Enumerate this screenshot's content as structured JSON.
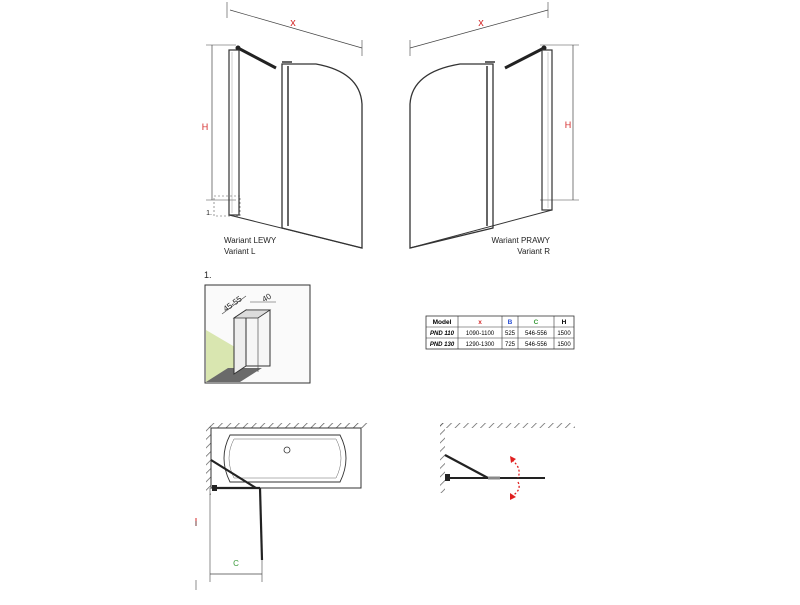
{
  "left_view": {
    "dim_width": "x",
    "dim_height": "H",
    "callout": "1.",
    "caption_line1": "Wariant LEWY",
    "caption_line2": "Variant L"
  },
  "right_view": {
    "dim_width": "x",
    "dim_height": "H",
    "caption_line1": "Wariant PRAWY",
    "caption_line2": "Variant R"
  },
  "detail": {
    "label": "1.",
    "dim_a": "45-55",
    "dim_b": "40"
  },
  "spec_table": {
    "headers": [
      "Model",
      "x",
      "B",
      "C",
      "H"
    ],
    "header_colors": [
      "#000000",
      "#d42a2a",
      "#2a4fd4",
      "#3a9a3a",
      "#000000"
    ],
    "rows": [
      [
        "PND 110",
        "1090-1100",
        "525",
        "546-556",
        "1500"
      ],
      [
        "PND 130",
        "1290-1300",
        "725",
        "546-556",
        "1500"
      ]
    ]
  },
  "plan_view": {
    "dim_c": "C",
    "dim_b_marker": "I"
  },
  "colors": {
    "line": "#333333",
    "wall_tint": "#d9e6b0",
    "dim_red": "#d42a2a",
    "dim_green": "#3a9a3a",
    "arrow_red": "#e02020"
  }
}
